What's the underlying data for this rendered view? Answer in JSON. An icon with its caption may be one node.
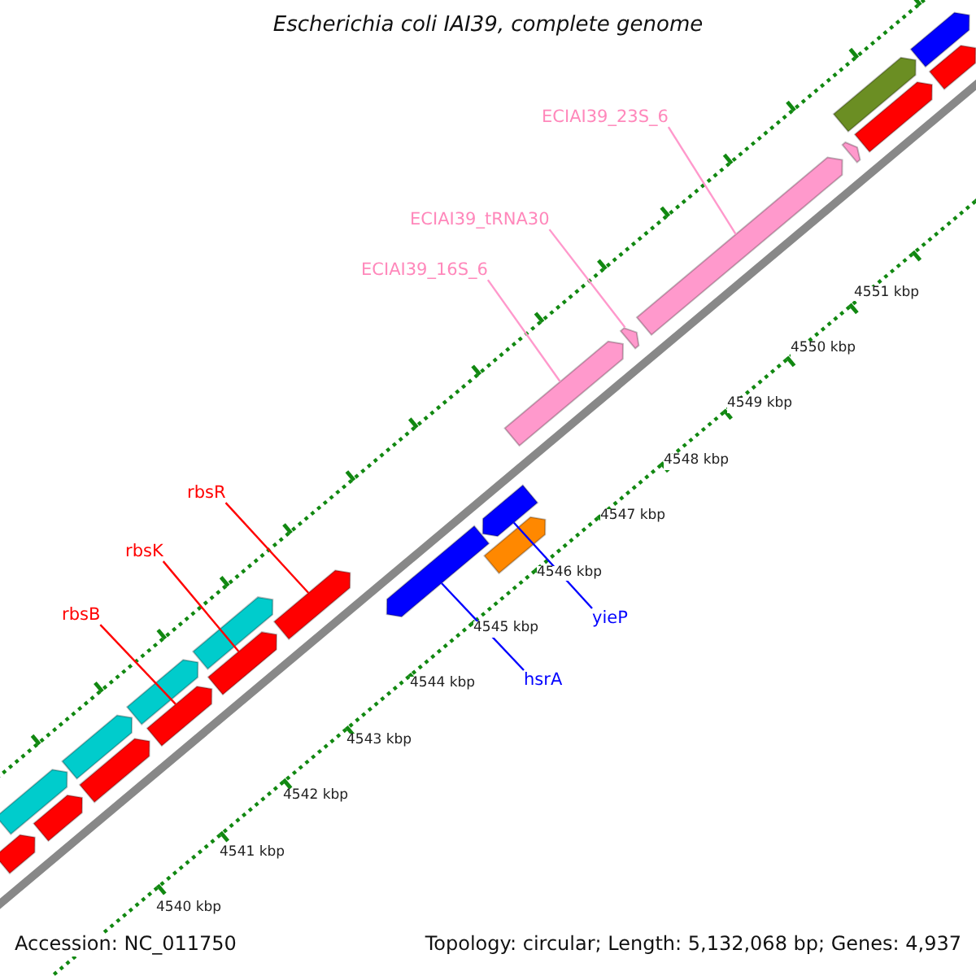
{
  "diagram": {
    "title": "Escherichia coli IAI39, complete genome",
    "nodes": [
      {
        "text": [
          "ECIAI39_23S_6"
        ]
      },
      {
        "text": [
          "ECIAI39_tRNA30"
        ]
      },
      {
        "text": [
          "ECIAI39_16S_6"
        ]
      },
      {
        "text": [
          "rbsR"
        ]
      },
      {
        "text": [
          "rbsK"
        ]
      },
      {
        "text": [
          "rbsB"
        ]
      },
      {
        "text": [
          "yieP"
        ]
      },
      {
        "text": [
          "hsrA"
        ]
      },
      {
        "text": [],
        "shape": "bar"
      },
      {
        "text": [],
        "shape": "bar"
      },
      {
        "text": [],
        "shape": "bar"
      },
      {
        "text": [],
        "shape": "bar"
      },
      {
        "text": [],
        "shape": "bar"
      },
      {
        "text": [],
        "shape": "bar"
      },
      {
        "text": [],
        "shape": "bar"
      },
      {
        "text": [],
        "shape": "bar"
      },
      {
        "text": [],
        "shape": "bar"
      },
      {
        "text": [],
        "shape": "bar"
      },
      {
        "text": [],
        "shape": "bar"
      },
      {
        "text": [],
        "shape": "bar"
      },
      {
        "text": [],
        "shape": "bar"
      },
      {
        "text": [],
        "shape": "bar"
      },
      {
        "text": [],
        "shape": "bar"
      },
      {
        "text": [],
        "shape": "bar"
      },
      {
        "text": [],
        "shape": "bar"
      },
      {
        "text": [],
        "shape": "bar"
      },
      {
        "text": [],
        "shape": "bar"
      },
      {
        "text": [],
        "shape": "bar"
      },
      {
        "text": [],
        "shape": "bar"
      }
    ],
    "edges": [
      {
        "from": 0,
        "to": 8,
        "arrow": "none",
        "color": "#ff99cc"
      },
      {
        "from": 1,
        "to": 9,
        "arrow": "none",
        "color": "#ff99cc"
      },
      {
        "from": 2,
        "to": 10,
        "arrow": "none",
        "color": "#ff99cc"
      },
      {
        "from": 3,
        "to": 11,
        "arrow": "none",
        "color": "#ff0000"
      },
      {
        "from": 4,
        "to": 12,
        "arrow": "none",
        "color": "#ff0000"
      },
      {
        "from": 5,
        "to": 13,
        "arrow": "none",
        "color": "#ff0000"
      },
      {
        "from": 6,
        "to": 14,
        "arrow": "none",
        "color": "#0000ff"
      },
      {
        "from": 7,
        "to": 15,
        "arrow": "none",
        "color": "#0000ff"
      }
    ],
    "labels": [
      "4551 kbp",
      "4550 kbp",
      "4549 kbp",
      "4548 kbp",
      "4547 kbp",
      "4546 kbp",
      "4545 kbp",
      "4544 kbp",
      "4543 kbp",
      "4542 kbp",
      "4541 kbp",
      "4540 kbp",
      "Accession: NC_011750",
      "Topology: circular; Length: 5,132,068 bp; Genes: 4,937"
    ]
  }
}
